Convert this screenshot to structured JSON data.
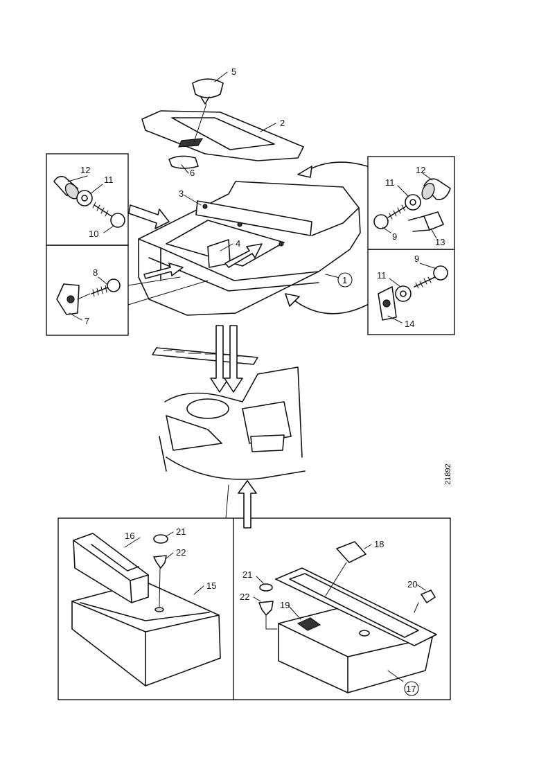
{
  "figure_reference": "21892",
  "callouts": {
    "p1": "1",
    "p2": "2",
    "p3": "3",
    "p4": "4",
    "p5": "5",
    "p6": "6",
    "p7": "7",
    "p8": "8",
    "p9a": "9",
    "p9b": "9",
    "p10": "10",
    "p11a": "11",
    "p11b": "11",
    "p11c": "11",
    "p12a": "12",
    "p12b": "12",
    "p13": "13",
    "p14": "14",
    "p15": "15",
    "p16": "16",
    "p17": "17",
    "p18": "18",
    "p19": "19",
    "p20": "20",
    "p21a": "21",
    "p21b": "21",
    "p22a": "22",
    "p22b": "22"
  }
}
